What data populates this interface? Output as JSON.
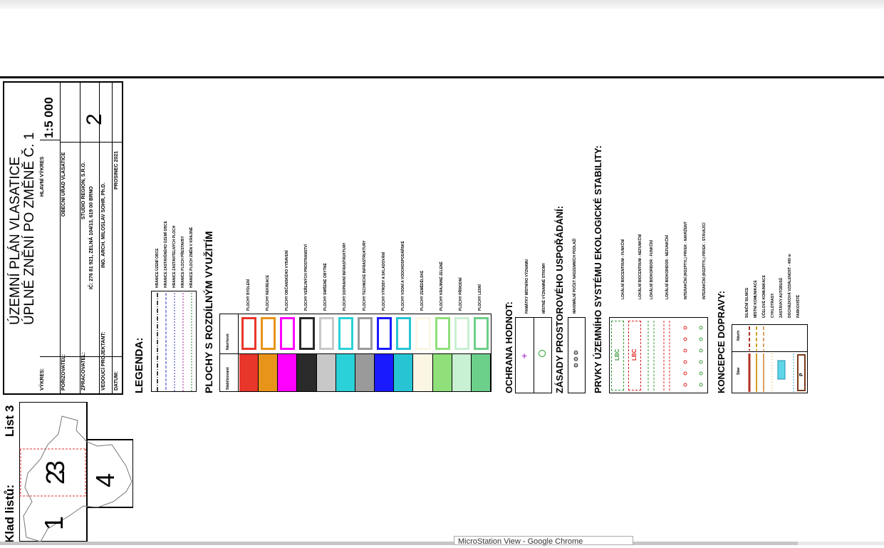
{
  "window": {
    "tooltip": "MicroStation View - Google Chrome"
  },
  "titleblock": {
    "title1": "ÚZEMNÍ PLÁN VLASATICE",
    "title2": "ÚPLNÉ ZNĚNÍ PO ZMĚNĚ Č. 1",
    "vykres_label": "VÝKRES:",
    "vykres_value": "HLAVNÍ VÝKRES",
    "scale": "1:5 000",
    "sheet_no": "2",
    "porizovatel_label": "POŘIZOVATEL:",
    "porizovatel_value": "OBECNÍ ÚŘAD VLASATICE",
    "zpracovatel_label": "ZPRACOVATEL:",
    "zpracovatel_value1": "STUDIO REGION, S.R.O.",
    "zpracovatel_value2": "IČ: 276 81 921, ZELNÁ 104/13, 619 00 BRNO",
    "projektant_label": "VEDOUCÍ PROJEKTANT:",
    "projektant_value": "ING. ARCH. MILOSLAV SOHR, Ph.D.",
    "datum_label": "DATUM:",
    "datum_value": "PROSINEC 2021"
  },
  "klad": {
    "title": "Klad listů:",
    "list": "List 3",
    "n1": "1",
    "n2": "2",
    "n3": "3",
    "n4": "4"
  },
  "legend": {
    "title": "LEGENDA:",
    "boundaries": [
      "HRANICE ÚZEMÍ OBCE",
      "HRANICE ZASTAVĚNÉHO ÚZEMÍ OBCE",
      "HRANICE ZASTAVITELNÝCH PLOCH",
      "HRANICE PLOCH PŘESTAVBY",
      "HRANICE PLOCH ZMĚN V KRAJINĚ"
    ],
    "plochy_title": "PLOCHY S ROZDÍLNÝM VYUŽITÍM",
    "col_stav": "Stabilizované",
    "col_navrh": "Návrhové",
    "plochy": [
      {
        "label": "PLOCHY BYDLENÍ",
        "color": "#e8362a"
      },
      {
        "label": "PLOCHY REKREACE",
        "color": "#e8941a"
      },
      {
        "label": "PLOCHY OBČANSKÉHO VYBAVENÍ",
        "color": "#ff00ff"
      },
      {
        "label": "PLOCHY VEŘEJNÝCH PROSTRANSTVÍ",
        "color": "#2a2a2a"
      },
      {
        "label": "PLOCHY SMÍŠENÉ OBYTNÉ",
        "color": "#c8c8c8"
      },
      {
        "label": "PLOCHY DOPRAVNÍ INFRASTRUKTURY",
        "color": "#2ad1d8"
      },
      {
        "label": "PLOCHY TECHNICKÉ INFRASTRUKTURY",
        "color": "#9a9a9a"
      },
      {
        "label": "PLOCHY VÝROBY A SKLADOVÁNÍ",
        "color": "#1a1aff"
      },
      {
        "label": "PLOCHY VODNÍ A VODOHOSPODÁŘSKÉ",
        "color": "#27c4d3"
      },
      {
        "label": "PLOCHY ZEMĚDĚLSKÉ",
        "color": "#fbf6e4"
      },
      {
        "label": "PLOCHY KRAJINNÉ ZELENĚ",
        "color": "#8fe07a"
      },
      {
        "label": "PLOCHY PŘÍRODNÍ",
        "color": "#c8f0d2"
      },
      {
        "label": "PLOCHY LESNÍ",
        "color": "#6ccf8a"
      }
    ],
    "ochrana_title": "OCHRANA HODNOT:",
    "ochrana": [
      "PAMÁTKY MÍSTNÍHO VÝZNAMU",
      "MÍSTNĚ VÝZNAMNÉ STROMY"
    ],
    "zasady_title": "ZÁSADY PROSTOROVÉHO USPOŘÁDÁNÍ:",
    "zasady": [
      "MAXIMÁLNÍ POČET NADZEMNÍCH PODLAŽÍ"
    ],
    "usES_title": "PRVKY ÚZEMNÍHO SYSTÉMU EKOLOGICKÉ STABILITY:",
    "uses": [
      "LOKÁLNÍ BIOCENTRUM - FUNKČNÍ",
      "LOKÁLNÍ BIOCENTRUM - NEFUNKČNÍ",
      "LOKÁLNÍ BIOKORIDOR - FUNKČNÍ",
      "LOKÁLNÍ BIOKORIDOR - NEFUNKČNÍ",
      "INTERAKČNÍ (ROZPTYL) PRVEK - NAVRŽENÝ",
      "INTERAKČNÍ (ROZPTYL) PRVEK - STÁVAJÍCÍ"
    ],
    "lbc": "LBC",
    "doprava_title": "KONCEPCE DOPRAVY:",
    "doprava": [
      "SILNIČNÍ SILNICE",
      "MÍSTNÍ KOMUNIKACE",
      "ÚČELOVÉ KOMUNIKACE",
      "CYKLOTRASY",
      "ZASTÁVKY AUTOBUSŮ",
      "DOCHÁZKOVÁ VZDÁLENOST - 400 m",
      "PARKOVIŠTĚ"
    ],
    "doprava_stav": "Stav",
    "doprava_navrh": "Návrh",
    "parking": "P"
  }
}
